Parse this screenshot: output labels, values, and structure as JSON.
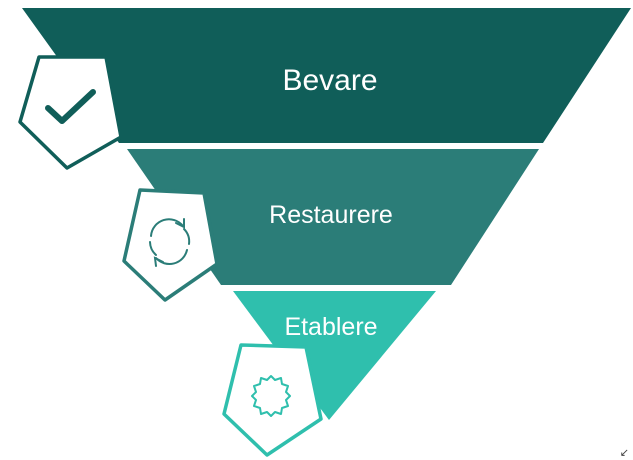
{
  "tiers": [
    {
      "label": "Bevare",
      "color": "#105e59",
      "icon": "checkmark-icon"
    },
    {
      "label": "Restaurere",
      "color": "#2b7d78",
      "icon": "cycle-arrows-icon"
    },
    {
      "label": "Etablere",
      "color": "#2fbfad",
      "icon": "starburst-icon"
    }
  ],
  "badge_outline_colors": [
    "#105e59",
    "#2b7d78",
    "#2fbfad"
  ],
  "corner_glyph": "↙"
}
